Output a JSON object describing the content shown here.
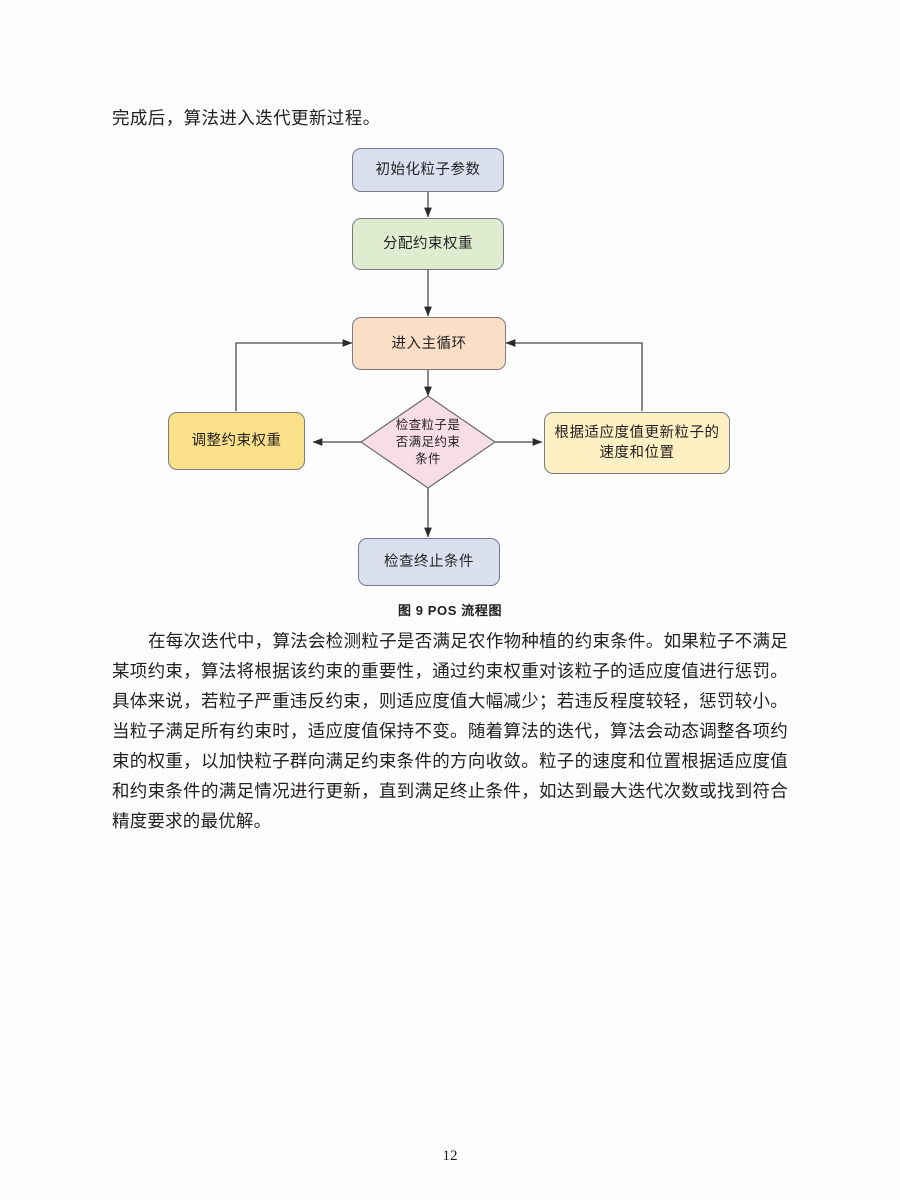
{
  "document": {
    "intro_line": "完成后，算法进入迭代更新过程。",
    "figure_caption": "图  9 POS 流程图",
    "page_number": "12",
    "body_paragraph": "在每次迭代中，算法会检测粒子是否满足农作物种植的约束条件。如果粒子不满足某项约束，算法将根据该约束的重要性，通过约束权重对该粒子的适应度值进行惩罚。具体来说，若粒子严重违反约束，则适应度值大幅减少；若违反程度较轻，惩罚较小。当粒子满足所有约束时，适应度值保持不变。随着算法的迭代，算法会动态调整各项约束的权重，以加快粒子群向满足约束条件的方向收敛。粒子的速度和位置根据适应度值和约束条件的满足情况进行更新，直到满足终止条件，如达到最大迭代次数或找到符合精度要求的最优解。"
  },
  "flowchart": {
    "title": "POS 流程图",
    "nodes": [
      {
        "id": "init",
        "label": "初始化粒子参数",
        "shape": "rounded-rect",
        "fill": "#dbe0f0",
        "stroke": "#8a90a8"
      },
      {
        "id": "assign",
        "label": "分配约束权重",
        "shape": "rounded-rect",
        "fill": "#dfeccf",
        "stroke": "#8f9f80"
      },
      {
        "id": "loop",
        "label": "进入主循环",
        "shape": "rounded-rect",
        "fill": "#fadfc6",
        "stroke": "#a89080"
      },
      {
        "id": "check",
        "label": "检查粒子是否满足约束条件",
        "shape": "diamond",
        "fill": "#f7dde6",
        "stroke": "#6a6a6a"
      },
      {
        "id": "adjust",
        "label": "调整约束权重",
        "shape": "rounded-rect",
        "fill": "#fbe08a",
        "stroke": "#b9993f"
      },
      {
        "id": "update",
        "label": "根据适应度值更新粒子的速度和位置",
        "shape": "rounded-rect",
        "fill": "#fdf0c3",
        "stroke": "#bdae76"
      },
      {
        "id": "term",
        "label": "检查终止条件",
        "shape": "rounded-rect",
        "fill": "#dbe0f0",
        "stroke": "#8a90a8"
      }
    ],
    "node_labels": {
      "init": "初始化粒子参数",
      "assign": "分配约束权重",
      "loop": "进入主循环",
      "check_line1": "检查粒子是",
      "check_line2": "否满足约束",
      "check_line3": "条件",
      "adjust": "调整约束权重",
      "update_line1": "根据适应度值更新粒子的",
      "update_line2": "速度和位置",
      "term": "检查终止条件"
    },
    "edges": [
      {
        "from": "init",
        "to": "assign",
        "label": ""
      },
      {
        "from": "assign",
        "to": "loop",
        "label": ""
      },
      {
        "from": "loop",
        "to": "check",
        "label": ""
      },
      {
        "from": "check",
        "to": "adjust",
        "label": ""
      },
      {
        "from": "check",
        "to": "update",
        "label": ""
      },
      {
        "from": "check",
        "to": "term",
        "label": ""
      },
      {
        "from": "adjust",
        "to": "loop",
        "label": ""
      },
      {
        "from": "update",
        "to": "loop",
        "label": ""
      }
    ]
  }
}
